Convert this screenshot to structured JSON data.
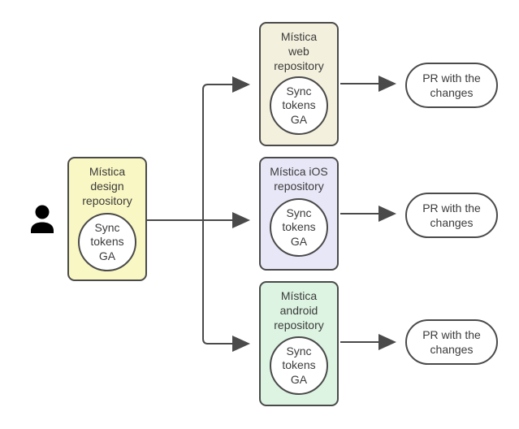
{
  "diagram": {
    "actor": {
      "icon": "person-icon"
    },
    "nodes": {
      "design": {
        "title": "Mística\ndesign\nrepository",
        "badge": "Sync\ntokens\nGA",
        "fill": "#f9f7c3"
      },
      "web": {
        "title": "Mística\nweb\nrepository",
        "badge": "Sync\ntokens\nGA",
        "fill": "#f3f0dd"
      },
      "ios": {
        "title": "Mística iOS\nrepository",
        "badge": "Sync\ntokens\nGA",
        "fill": "#e8e7f7"
      },
      "android": {
        "title": "Mística\nandroid\nrepository",
        "badge": "Sync\ntokens\nGA",
        "fill": "#ddf4e2"
      }
    },
    "outputs": {
      "web": {
        "label": "PR with the\nchanges"
      },
      "ios": {
        "label": "PR with the\nchanges"
      },
      "android": {
        "label": "PR with the\nchanges"
      }
    },
    "colors": {
      "stroke": "#4a4a4a",
      "text": "#3b3b3b",
      "background": "#ffffff",
      "badge_fill": "#ffffff",
      "output_fill": "#ffffff"
    }
  }
}
